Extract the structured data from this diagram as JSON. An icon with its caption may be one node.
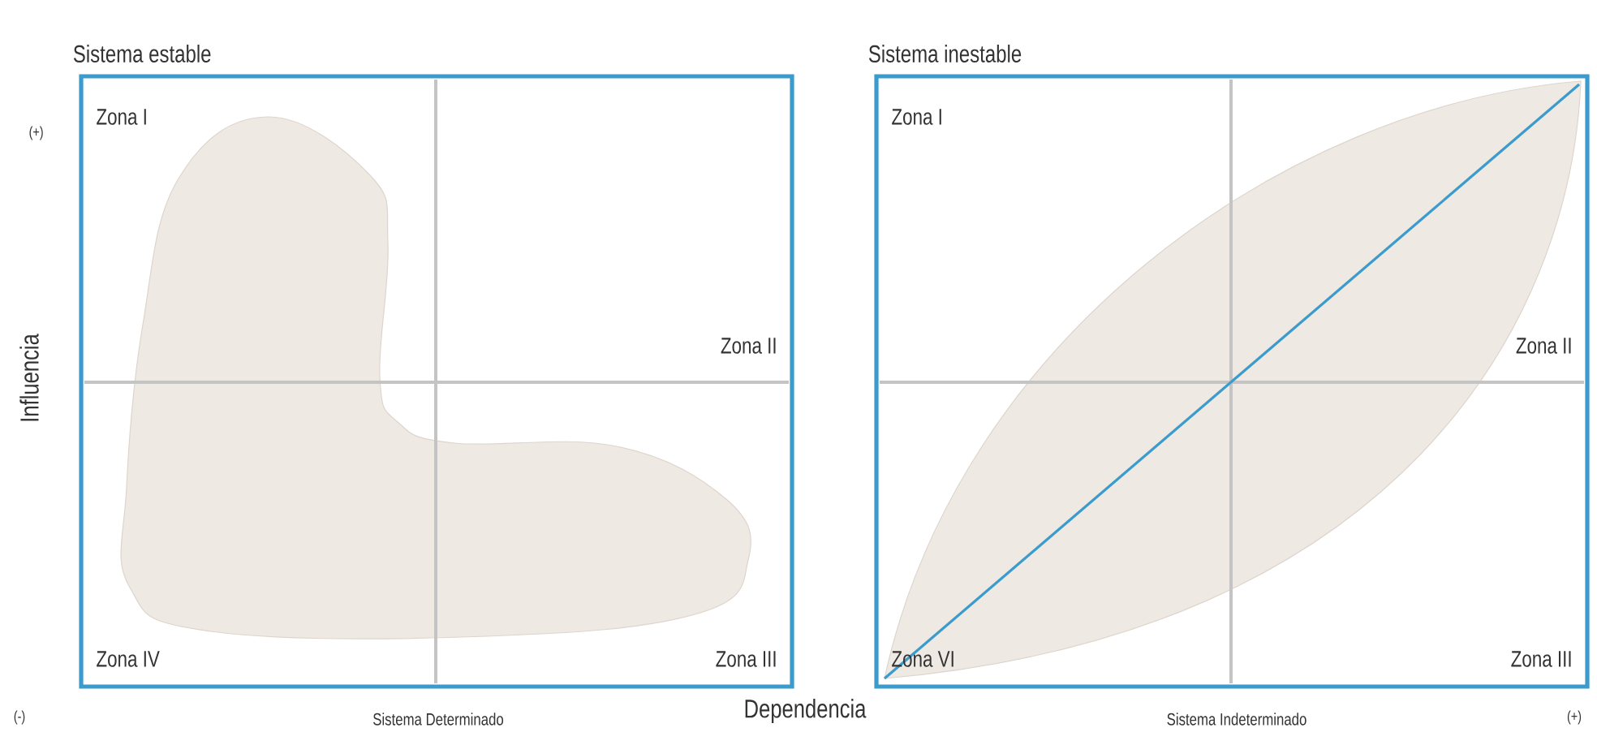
{
  "diagram": {
    "nodes": [
      {
        "text": [
          "Sistema estable"
        ]
      },
      {
        "text": [
          "Sistema inestable"
        ]
      }
    ],
    "labels": [
      "Zona I",
      "Zona I",
      "(+)",
      "Influencia",
      "Zona II",
      "Zona II",
      "Zona IV",
      "Zona III",
      "Zona VI",
      "Zona III",
      "(-)",
      "Sistema Determinado",
      "Dependencia",
      "Sistema Indeterminado",
      "(+)"
    ]
  }
}
